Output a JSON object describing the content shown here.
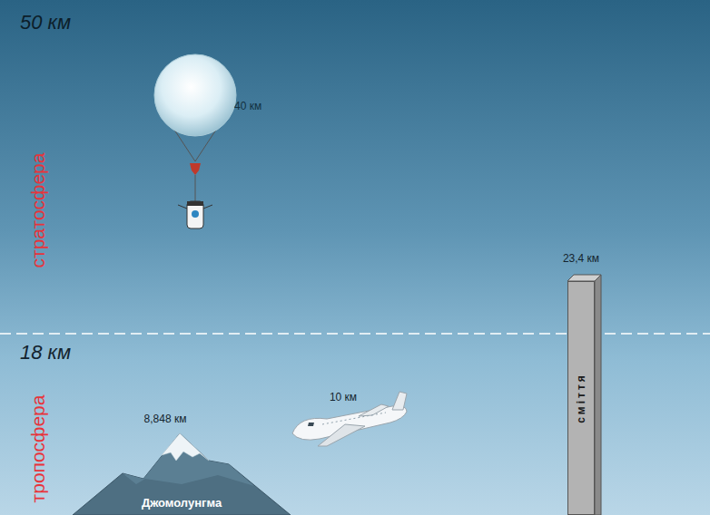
{
  "diagram": {
    "nodes": [
      {
        "text": [
          "Джомолунгма"
        ]
      },
      {
        "text": [
          "сміття"
        ]
      }
    ],
    "labels": [
      "50 км",
      "40 км",
      "стратосфера",
      "18 км",
      "тропосфера",
      "8,848 км",
      "10 км",
      "23,4 км"
    ]
  }
}
